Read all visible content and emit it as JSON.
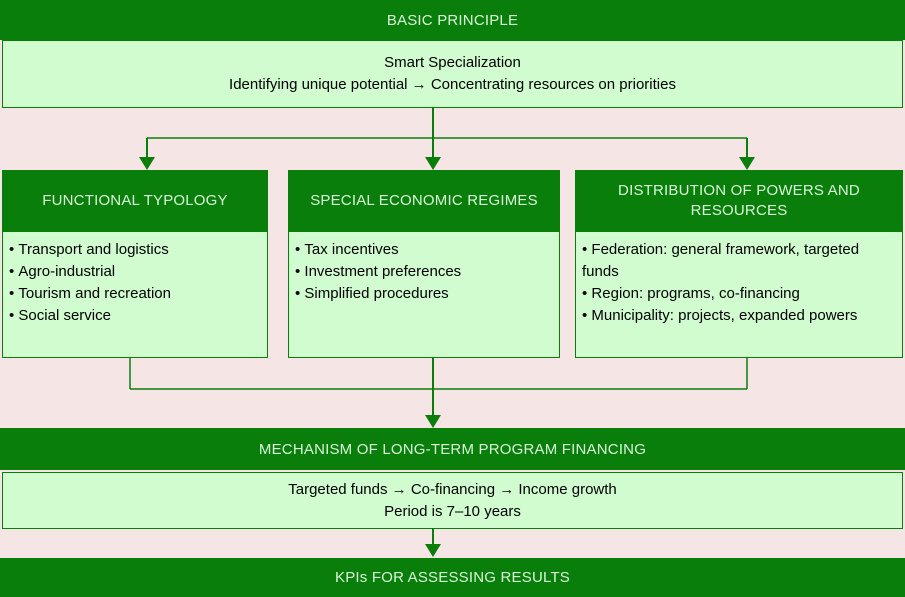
{
  "colors": {
    "dark_green": "#0a7e0a",
    "light_green_fill": "#d0fcd0",
    "header_text": "#d9f8d9",
    "body_text": "#000000",
    "background_pink": "#f6e5e5"
  },
  "top": {
    "bar_title": "BASIC PRINCIPLE",
    "box_line1": "Smart Specialization",
    "box_line2": "Identifying unique potential → Concentrating resources on priorities"
  },
  "columns": [
    {
      "title": "FUNCTIONAL TYPOLOGY",
      "items": [
        "Transport and logistics",
        "Agro-industrial",
        "Tourism and recreation",
        "Social service"
      ]
    },
    {
      "title": "SPECIAL ECONOMIC REGIMES",
      "items": [
        "Tax incentives",
        "Investment preferences",
        "Simplified procedures"
      ]
    },
    {
      "title": "DISTRIBUTION OF POWERS AND RESOURCES",
      "items": [
        "Federation: general framework, targeted funds",
        "Region: programs, co-financing",
        "Municipality: projects, expanded powers"
      ]
    }
  ],
  "financing": {
    "bar_title": "MECHANISM OF LONG-TERM PROGRAM FINANCING",
    "box_line1": "Targeted funds → Co-financing → Income growth",
    "box_line2": "Period is 7–10 years"
  },
  "kpi": {
    "bar_title": "KPIs FOR ASSESSING RESULTS"
  }
}
